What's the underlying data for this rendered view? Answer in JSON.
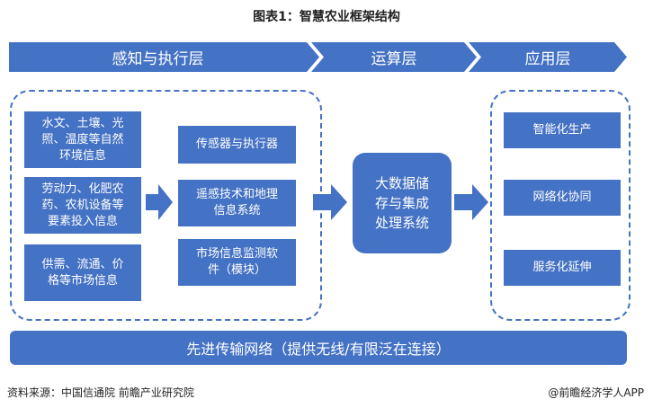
{
  "title": "图表1：智慧农业框架结构",
  "layers": {
    "perception": "感知与执行层",
    "computing": "运算层",
    "application": "应用层"
  },
  "inputs": [
    "水文、土壤、光\n照、温度等自然\n环境信息",
    "劳动力、化肥农\n药、农机设备等\n要素投入信息",
    "供需、流通、价\n格等市场信息"
  ],
  "tech": [
    "传感器与执行器",
    "遥感技术和地理\n信息系统",
    "市场信息监测软\n件（模块）"
  ],
  "core": "大数据储\n存与集成\n处理系统",
  "apps": [
    "智能化生产",
    "网络化协同",
    "服务化延伸"
  ],
  "network": "先进传输网络（提供无线/有限泛在连接）",
  "footer": {
    "source": "资料来源：中国信通院 前瞻产业研究院",
    "brand": "@前瞻经济学人APP"
  },
  "colors": {
    "primary": "#4472c4"
  }
}
